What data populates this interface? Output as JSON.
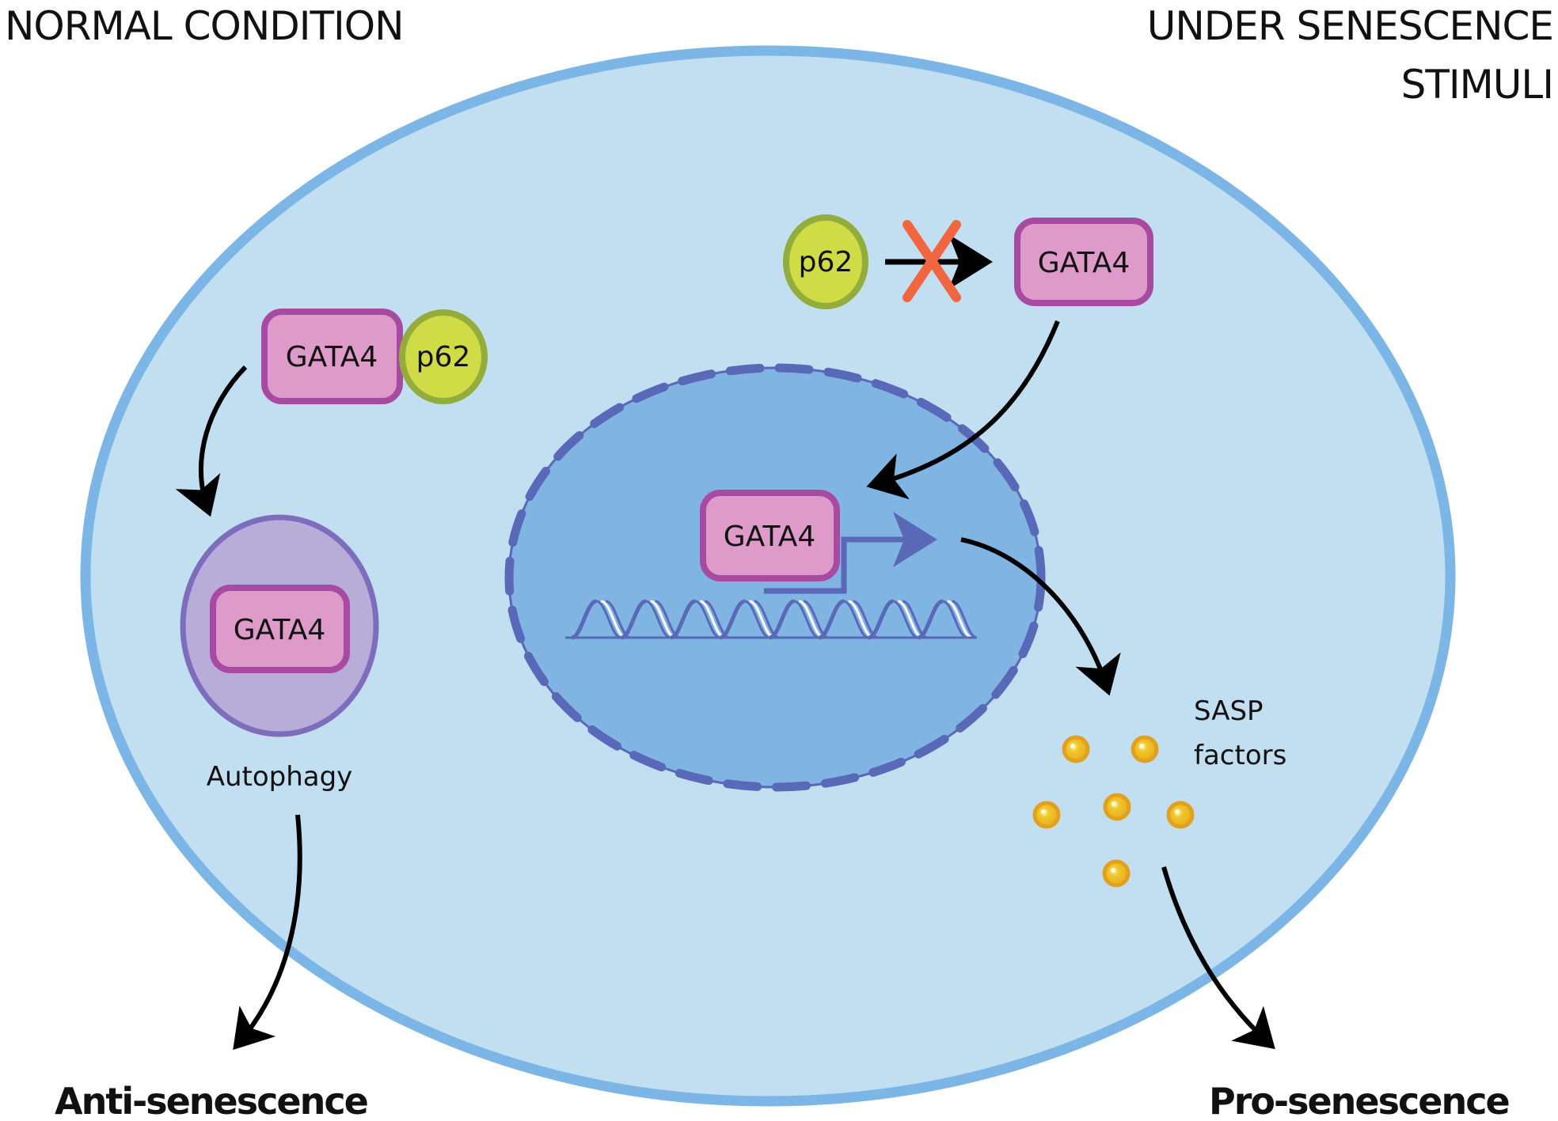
{
  "headings": {
    "left": "NORMAL CONDITION",
    "right_line1": "UNDER SENESCENCE",
    "right_line2": "STIMULI"
  },
  "proteins": {
    "gata4": "GATA4",
    "p62": "p62"
  },
  "labels": {
    "autophagy": "Autophagy",
    "sasp_line1": "SASP",
    "sasp_line2": "factors"
  },
  "outcomes": {
    "left": "Anti-senescence",
    "right": "Pro-senescence"
  },
  "sasp_factor_count": 6,
  "colors": {
    "cell_fill": "#c2dff1",
    "cell_stroke": "#7cb6e6",
    "nucleus_fill": "#80b5e3",
    "nucleus_stroke": "#5a68b8",
    "gata4_fill": "#de9ac8",
    "gata4_stroke": "#a94aa2",
    "p62_fill": "#cfdc45",
    "p62_stroke": "#92ad3c",
    "autophagosome_fill": "#b8acd8",
    "autophagosome_stroke": "#7e6cbc",
    "inhibition_x": "#f2663f",
    "sasp_fill": "#f0c52a",
    "sasp_stroke": "#e3a01f",
    "arrow": "#000000"
  }
}
